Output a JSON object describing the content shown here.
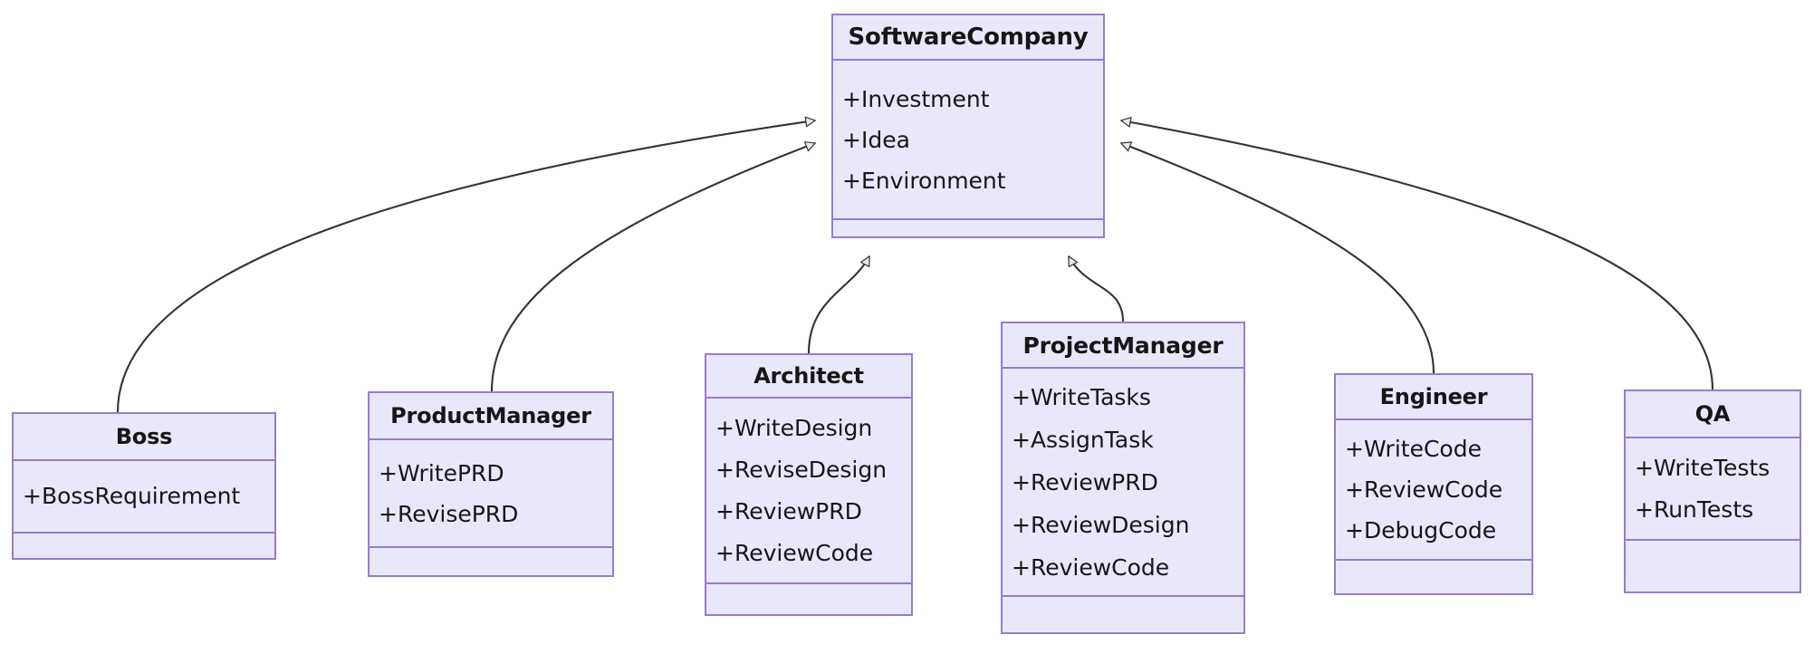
{
  "diagram": {
    "type": "uml-class-diagram",
    "title": "",
    "colors": {
      "box_fill": "#e9e8fb",
      "box_border": "#9a7ad0",
      "text": "#161616",
      "edge": "#333333",
      "arrowhead_fill": "#e9e8fb",
      "background": "#ffffff"
    },
    "relationship_type": "generalization",
    "classes": [
      {
        "id": "softwarecompany",
        "name": "SoftwareCompany",
        "members": [
          "+Investment",
          "+Idea",
          "+Environment"
        ],
        "methods": []
      },
      {
        "id": "boss",
        "name": "Boss",
        "members": [
          "+BossRequirement"
        ],
        "methods": []
      },
      {
        "id": "productmanager",
        "name": "ProductManager",
        "members": [
          "+WritePRD",
          "+RevisePRD"
        ],
        "methods": []
      },
      {
        "id": "architect",
        "name": "Architect",
        "members": [
          "+WriteDesign",
          "+ReviseDesign",
          "+ReviewPRD",
          "+ReviewCode"
        ],
        "methods": []
      },
      {
        "id": "projectmanager",
        "name": "ProjectManager",
        "members": [
          "+WriteTasks",
          "+AssignTask",
          "+ReviewPRD",
          "+ReviewDesign",
          "+ReviewCode"
        ],
        "methods": []
      },
      {
        "id": "engineer",
        "name": "Engineer",
        "members": [
          "+WriteCode",
          "+ReviewCode",
          "+DebugCode"
        ],
        "methods": []
      },
      {
        "id": "qa",
        "name": "QA",
        "members": [
          "+WriteTests",
          "+RunTests"
        ],
        "methods": []
      }
    ],
    "edges": [
      {
        "from": "boss",
        "to": "softwarecompany",
        "kind": "inherits"
      },
      {
        "from": "productmanager",
        "to": "softwarecompany",
        "kind": "inherits"
      },
      {
        "from": "architect",
        "to": "softwarecompany",
        "kind": "inherits"
      },
      {
        "from": "projectmanager",
        "to": "softwarecompany",
        "kind": "inherits"
      },
      {
        "from": "engineer",
        "to": "softwarecompany",
        "kind": "inherits"
      },
      {
        "from": "qa",
        "to": "softwarecompany",
        "kind": "inherits"
      }
    ]
  }
}
